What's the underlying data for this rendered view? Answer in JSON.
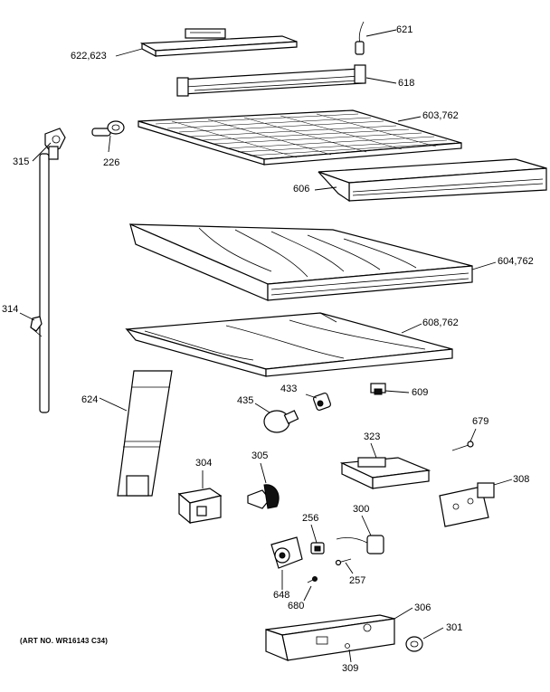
{
  "diagram": {
    "art_number": "(ART NO. WR16143 C34)",
    "labels": {
      "p621": "621",
      "p622": "622,623",
      "p618": "618",
      "p603": "603,762",
      "p315": "315",
      "p226": "226",
      "p606": "606",
      "p604": "604,762",
      "p314": "314",
      "p608": "608,762",
      "p624": "624",
      "p435": "435",
      "p433": "433",
      "p609": "609",
      "p679": "679",
      "p323": "323",
      "p304": "304",
      "p305": "305",
      "p308": "308",
      "p256": "256",
      "p300": "300",
      "p257": "257",
      "p648": "648",
      "p680": "680",
      "p306": "306",
      "p301": "301",
      "p309": "309"
    }
  }
}
